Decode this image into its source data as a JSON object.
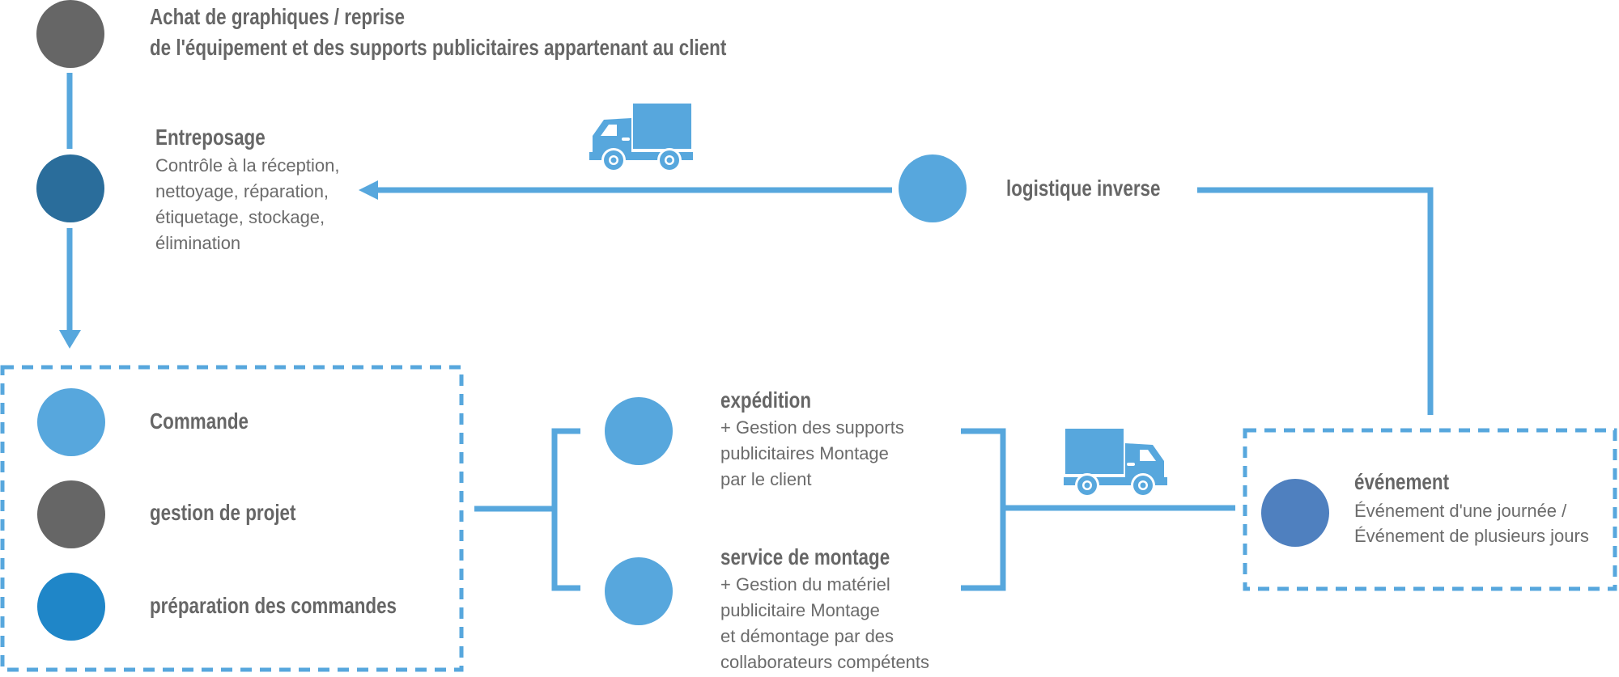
{
  "colors": {
    "connector": "#57a7dd",
    "gray_node": "#666666",
    "dark_blue_node": "#2a6d9b",
    "light_blue_node": "#57a7dd",
    "medium_blue_node": "#1f86c8",
    "event_node": "#4f80bf",
    "text": "#666666"
  },
  "purchase": {
    "title_lines": [
      "Achat de graphiques / reprise",
      "de l'équipement et des supports publicitaires appartenant au client"
    ]
  },
  "storage": {
    "title": "Entreposage",
    "body_lines": [
      "Contrôle à la réception,",
      "nettoyage, réparation,",
      "étiquetage, stockage,",
      "élimination"
    ]
  },
  "reverse_logistics": {
    "title": "logistique inverse"
  },
  "order_group": {
    "items": [
      {
        "label": "Commande"
      },
      {
        "label": "gestion de projet"
      },
      {
        "label": "préparation des commandes"
      }
    ]
  },
  "shipping": {
    "title": "expédition",
    "body_lines": [
      "+ Gestion des supports",
      "publicitaires Montage",
      "par le client"
    ]
  },
  "assembly_service": {
    "title": "service de montage",
    "body_lines": [
      "+ Gestion du matériel",
      "publicitaire Montage",
      "et démontage par des",
      "collaborateurs compétents"
    ]
  },
  "event": {
    "title": "événement",
    "body_lines": [
      "Événement d'une journée /",
      "Événement de plusieurs jours"
    ]
  },
  "icons": {
    "truck_reverse": "truck-icon",
    "truck_forward": "truck-icon"
  }
}
